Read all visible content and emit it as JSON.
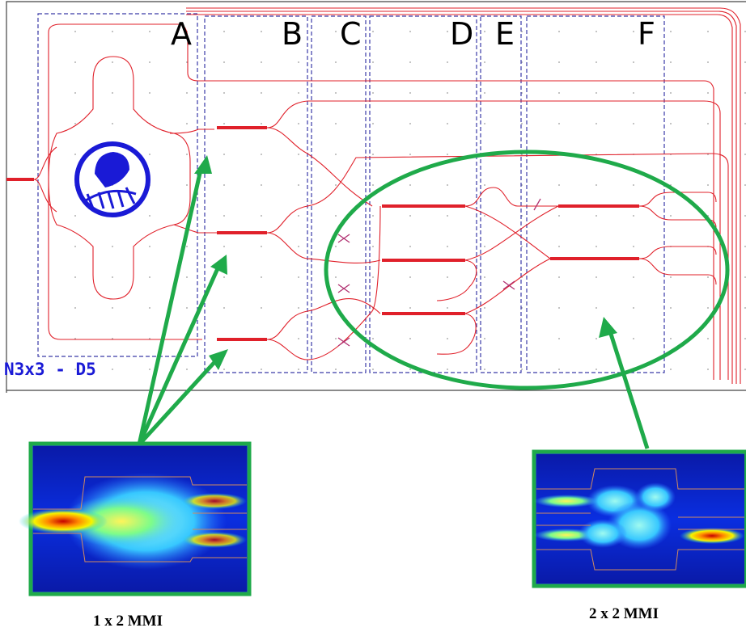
{
  "sections": [
    {
      "id": "A",
      "label": "A"
    },
    {
      "id": "B",
      "label": "B"
    },
    {
      "id": "C",
      "label": "C"
    },
    {
      "id": "D",
      "label": "D"
    },
    {
      "id": "E",
      "label": "E"
    },
    {
      "id": "F",
      "label": "F"
    }
  ],
  "chip_id": "N3x3 - D5",
  "insets": {
    "mmi_1x2": {
      "caption": "1 x 2 MMI"
    },
    "mmi_2x2": {
      "caption": "2 x 2 MMI"
    }
  },
  "colors": {
    "waveguide": "#e0202a",
    "section_box": "#3a3aa8",
    "grid_dot": "#9a9a9a",
    "annotation": "#1faa4a",
    "logo": "#1a1ad6",
    "chip_border": "#444444"
  }
}
